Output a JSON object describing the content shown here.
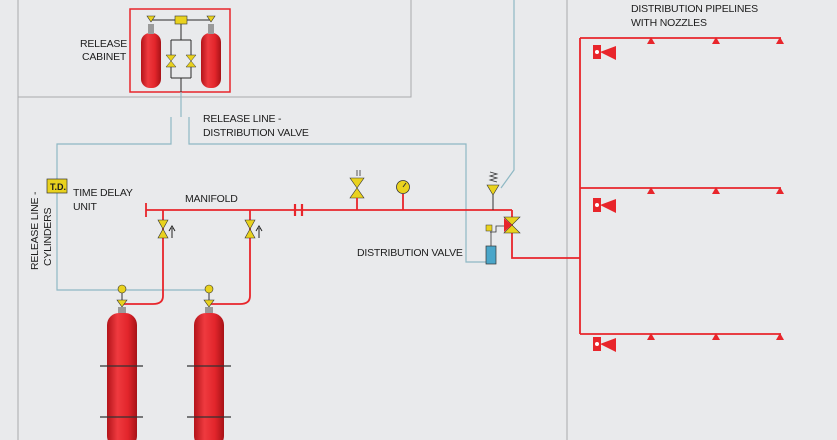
{
  "labels": {
    "release_cabinet_1": "RELEASE",
    "release_cabinet_2": "CABINET",
    "release_line_dv_1": "RELEASE LINE -",
    "release_line_dv_2": "DISTRIBUTION VALVE",
    "time_delay_1": "TIME DELAY",
    "time_delay_2": "UNIT",
    "td_badge": "T.D.",
    "release_line_cyl_1": "RELEASE LINE -",
    "release_line_cyl_2": "CYLINDERS",
    "manifold": "MANIFOLD",
    "distribution_valve": "DISTRIBUTION VALVE",
    "distribution_pipelines_1": "DISTRIBUTION PIPELINES",
    "distribution_pipelines_2": "WITH NOZZLES"
  },
  "colors": {
    "background": "#e9eaec",
    "pipe_red": "#e8252b",
    "cylinder_red": "#e8262c",
    "release_line": "#8fb8c4",
    "valve_yellow": "#e9d21e",
    "frame_grey": "#a9aaad"
  }
}
